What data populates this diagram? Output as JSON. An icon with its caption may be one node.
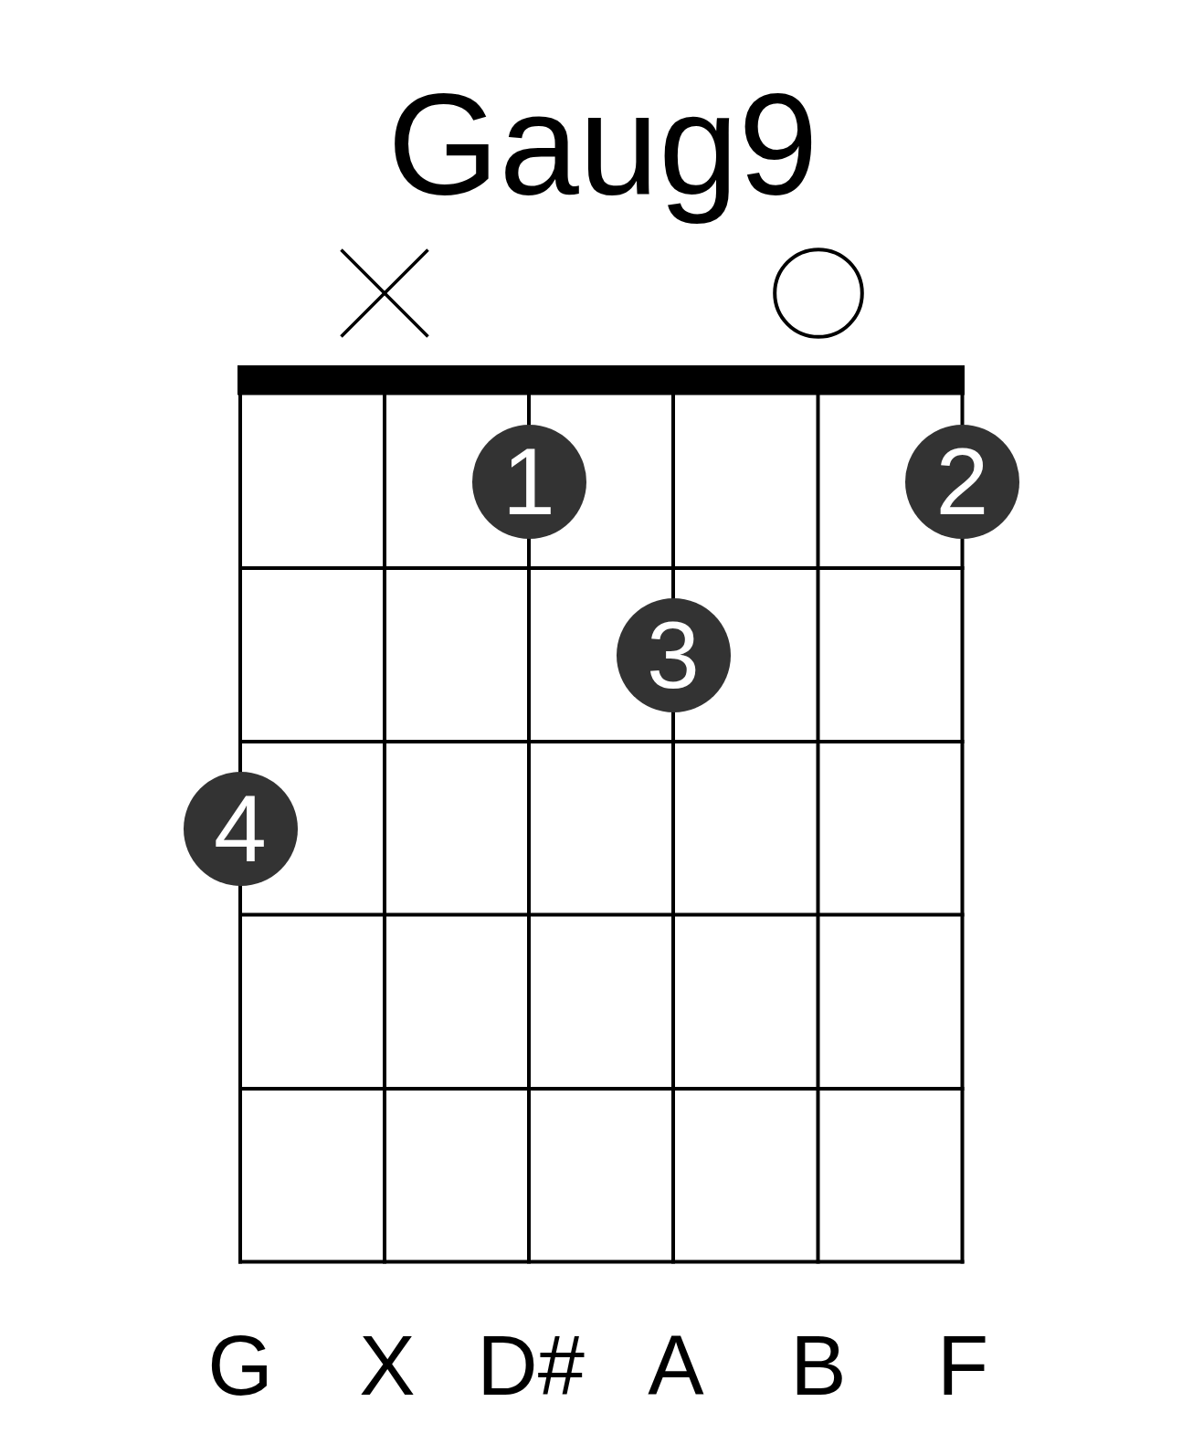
{
  "diagram": {
    "title": "Gaug9",
    "nodes": [
      {
        "text": [
          "1"
        ]
      },
      {
        "text": [
          "2"
        ]
      },
      {
        "text": [
          "3"
        ]
      },
      {
        "text": [
          "4"
        ]
      }
    ],
    "labels": [
      "G",
      "X",
      "D#",
      "A",
      "B",
      "F"
    ]
  }
}
